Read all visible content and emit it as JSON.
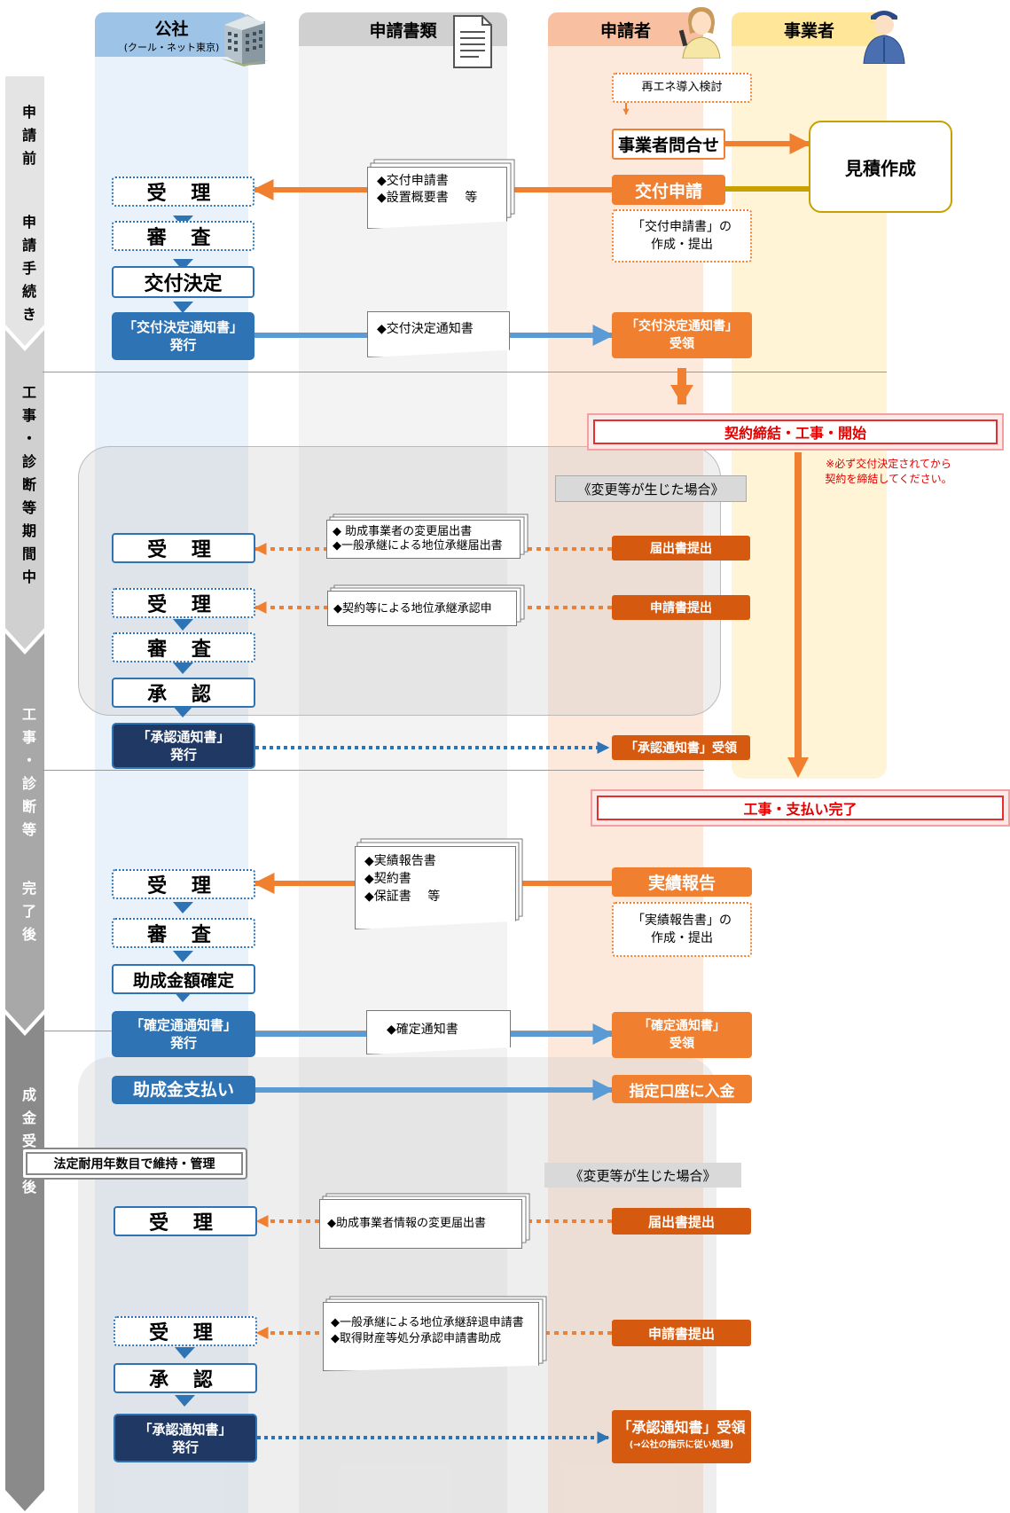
{
  "columns": {
    "public": {
      "title": "公社",
      "subtitle": "(クール・ネット東京)"
    },
    "documents": {
      "title": "申請書類"
    },
    "applicant": {
      "title": "申請者"
    },
    "contractor": {
      "title": "事業者"
    }
  },
  "stages": {
    "s1": "申請前",
    "s2": "申請手続き",
    "s3": "工事・診断等期間中",
    "s4_a": "工事・診断等",
    "s4_b": "完了後",
    "s5": "成金受領後",
    "s5_label": "法定耐用年数目で維持・管理"
  },
  "pre": {
    "consider": "再エネ導入検討",
    "inquiry": "事業者問合せ",
    "estimate": "見積作成"
  },
  "application": {
    "receive": "受 理",
    "review": "審 査",
    "decision": "交付決定",
    "notice_issue_1": "「交付決定通知書」",
    "notice_issue_2": "発行",
    "docs_1": "◆交付申請書",
    "docs_2": "◆設置概要書　 等",
    "apply": "交付申請",
    "apply_note_1": "「交付申請書」の",
    "apply_note_2": "作成・提出",
    "decision_doc": "◆交付決定通知書",
    "notice_recv_1": "「交付決定通知書」",
    "notice_recv_2": "受領"
  },
  "construction": {
    "contract": "契約締結・工事・開始",
    "warning_1": "※必ず交付決定されてから",
    "warning_2": "契約を締結してください。",
    "change_title": "《変更等が生じた場合》",
    "receive1": "受 理",
    "doc1_a": "◆ 助成事業者の変更届出書",
    "doc1_b": "◆一般承継による地位承継届出書",
    "submit_notice": "届出書提出",
    "receive2": "受 理",
    "doc2": "◆契約等による地位承継承認申",
    "submit_app": "申請書提出",
    "review": "審 査",
    "approve": "承 認",
    "approval_issue_1": "「承認通知書」",
    "approval_issue_2": "発行",
    "approval_recv": "「承認通知書」受領",
    "complete": "工事・支払い完了"
  },
  "after": {
    "receive": "受 理",
    "review": "審 査",
    "confirm": "助成金額確定",
    "docs_1": "◆実績報告書",
    "docs_2": "◆契約書",
    "docs_3": "◆保証書　 等",
    "report": "実績報告",
    "report_note_1": "「実績報告書」の",
    "report_note_2": "作成・提出",
    "confirm_issue_1": "「確定通通知書」",
    "confirm_issue_2": "発行",
    "confirm_doc": "◆確定通知書",
    "confirm_recv_1": "「確定通知書」",
    "confirm_recv_2": "受領",
    "pay": "助成金支払い",
    "deposit": "指定口座に入金"
  },
  "post": {
    "change_title": "《変更等が生じた場合》",
    "receive1": "受 理",
    "doc1": "◆助成事業者情報の変更届出書",
    "submit_notice": "届出書提出",
    "receive2": "受 理",
    "doc2_a": "◆一般承継による地位承継辞退申請書",
    "doc2_b": "◆取得財産等処分承認申請書助成",
    "submit_app": "申請書提出",
    "approve": "承 認",
    "approval_issue_1": "「承認通知書」",
    "approval_issue_2": "発行",
    "approval_recv_1": "「承認通知書」受領",
    "approval_recv_2": "(→公社の指示に従い処理)"
  },
  "colors": {
    "blue": "#2e74b5",
    "navy": "#1f3864",
    "orange": "#f08030",
    "dark_orange": "#d55a10",
    "gold": "#c8a000",
    "red": "#e00000"
  }
}
